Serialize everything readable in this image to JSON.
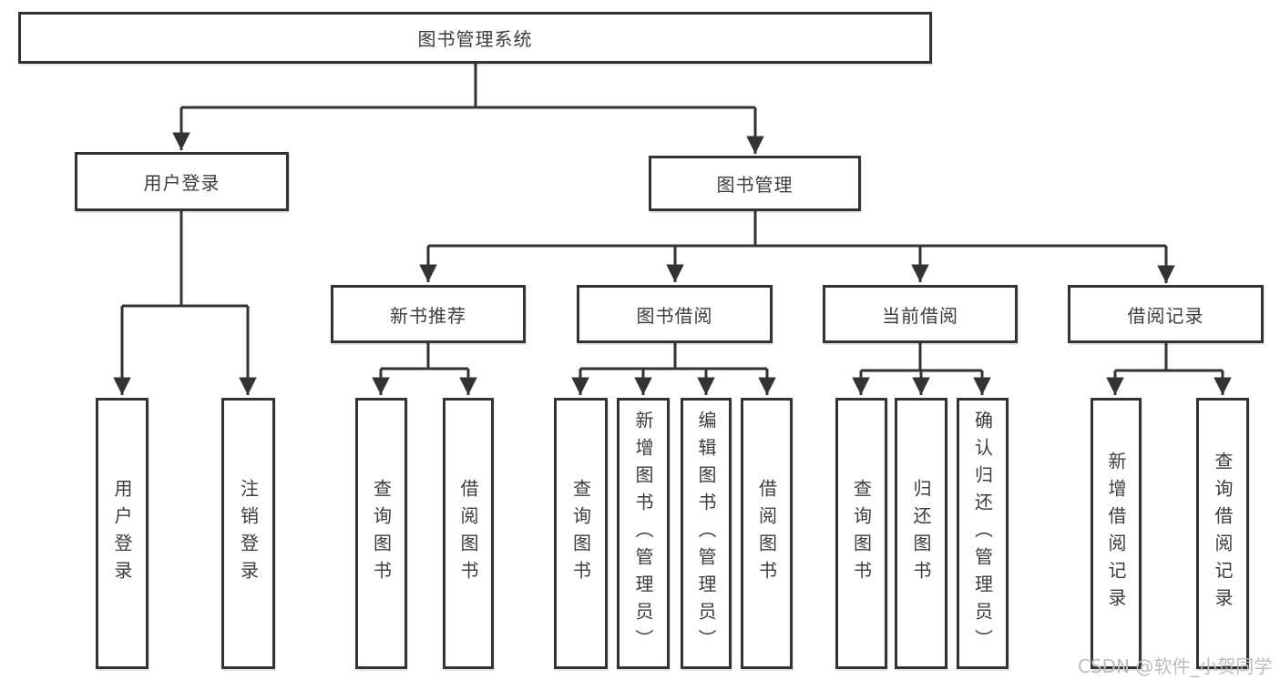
{
  "tree": {
    "root": {
      "label": "图书管理系统"
    },
    "level2": [
      {
        "label": "用户登录"
      },
      {
        "label": "图书管理"
      }
    ],
    "level3": [
      {
        "label": "新书推荐"
      },
      {
        "label": "图书借阅"
      },
      {
        "label": "当前借阅"
      },
      {
        "label": "借阅记录"
      }
    ],
    "leaves": {
      "user_login": [
        "用户登录",
        "注销登录"
      ],
      "new_book": [
        "查询图书",
        "借阅图书"
      ],
      "book_borrow": [
        "查询图书",
        "新增图书（管理员）",
        "编辑图书（管理员）",
        "借阅图书"
      ],
      "current_borrow": [
        "查询图书",
        "归还图书",
        "确认归还（管理员）"
      ],
      "records": [
        "新增借阅记录",
        "查询借阅记录"
      ]
    }
  },
  "watermark": {
    "text": "CSDN @软件_小贺同学"
  },
  "colors": {
    "line": "#333333",
    "text": "#3c3c3c",
    "box_background": "#ffffff",
    "watermark": "#bcbcbc"
  }
}
